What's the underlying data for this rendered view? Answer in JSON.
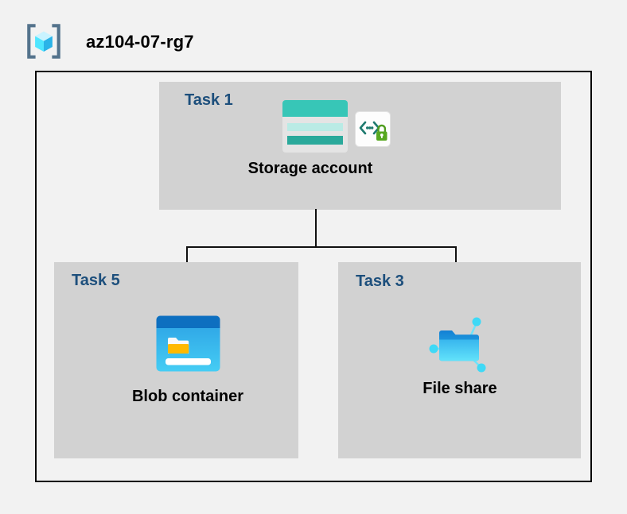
{
  "header": {
    "resource_group_name": "az104-07-rg7",
    "icon": "resource-group-icon"
  },
  "colors": {
    "background": "#f2f2f2",
    "panel_fill": "#d2d2d2",
    "task_label_color": "#1d4f7c",
    "node_label_color": "#000000",
    "connector_color": "#111111",
    "boundary_border": "#000000",
    "storage_teal": "#37c6b7",
    "azure_blue": "#0d6fc0",
    "cyan_accent": "#50e6ff",
    "lock_green": "#57a81f"
  },
  "diagram": {
    "nodes": [
      {
        "id": "storage-account",
        "task_label": "Task 1",
        "node_label": "Storage account",
        "icons": [
          "storage-account-icon",
          "secure-access-icon"
        ]
      },
      {
        "id": "blob-container",
        "task_label": "Task 5",
        "node_label": "Blob container",
        "icons": [
          "blob-container-icon"
        ]
      },
      {
        "id": "file-share",
        "task_label": "Task 3",
        "node_label": "File share",
        "icons": [
          "file-share-icon"
        ]
      }
    ],
    "edges": [
      {
        "from": "Storage account",
        "to": "Blob container"
      },
      {
        "from": "Storage account",
        "to": "File share"
      }
    ]
  }
}
